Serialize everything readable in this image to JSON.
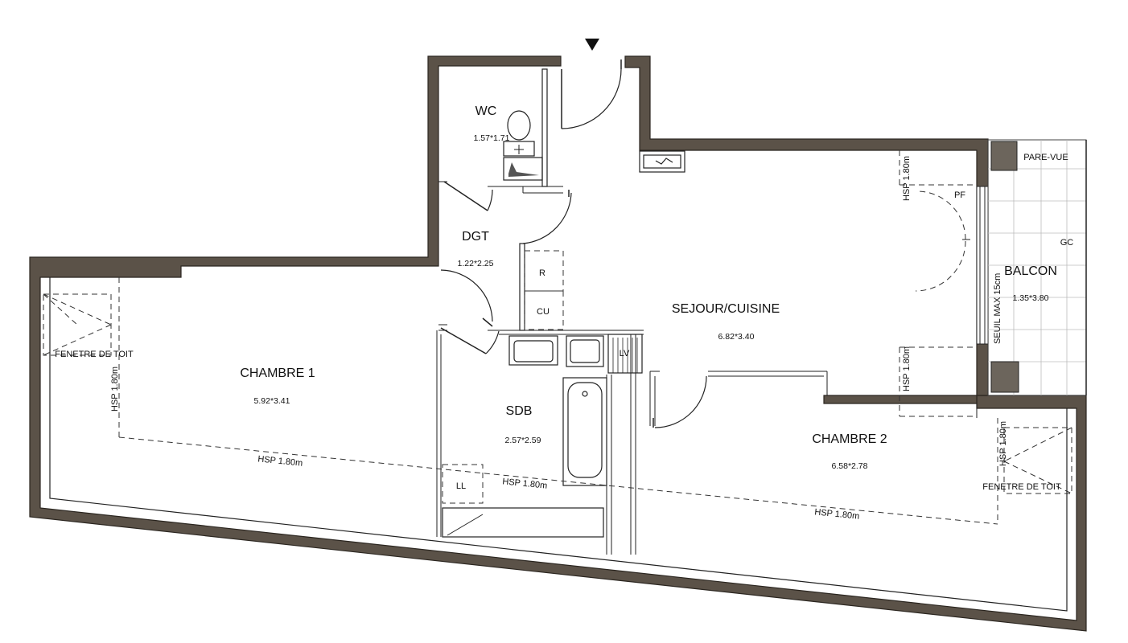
{
  "rooms": {
    "wc": {
      "name": "WC",
      "dims": "1.57*1.71"
    },
    "dgt": {
      "name": "DGT",
      "dims": "1.22*2.25"
    },
    "sejour": {
      "name": "SEJOUR/CUISINE",
      "dims": "6.82*3.40"
    },
    "chambre1": {
      "name": "CHAMBRE 1",
      "dims": "5.92*3.41"
    },
    "sdb": {
      "name": "SDB",
      "dims": "2.57*2.59"
    },
    "chambre2": {
      "name": "CHAMBRE 2",
      "dims": "6.58*2.78"
    },
    "balcon": {
      "name": "BALCON",
      "dims": "1.35*3.80"
    }
  },
  "labels": {
    "r": "R",
    "cu": "CU",
    "lv": "LV",
    "ll": "LL",
    "pf": "PF",
    "gc": "GC",
    "pare_vue": "PARE-VUE",
    "seuil": "SEUIL MAX 15cm",
    "fenetre_toit_1": "FENETRE DE TOIT",
    "fenetre_toit_2": "FENETRE DE TOIT",
    "hsp_ch1_vert": "HSP 1.80m",
    "hsp_ch1_slope": "HSP 1.80m",
    "hsp_sdb": "HSP 1.80m",
    "hsp_ch2_slope": "HSP 1.80m",
    "hsp_ch2_vert": "HSP 1.80m",
    "hsp_sejour_top": "HSP 1.80m",
    "hsp_sejour_bottom": "HSP 1.80m"
  },
  "icons": {
    "entrance": "entrance-arrow-icon",
    "electric": "electric-panel-icon"
  },
  "colors": {
    "wall": "#5b5248",
    "ink": "#222222"
  }
}
